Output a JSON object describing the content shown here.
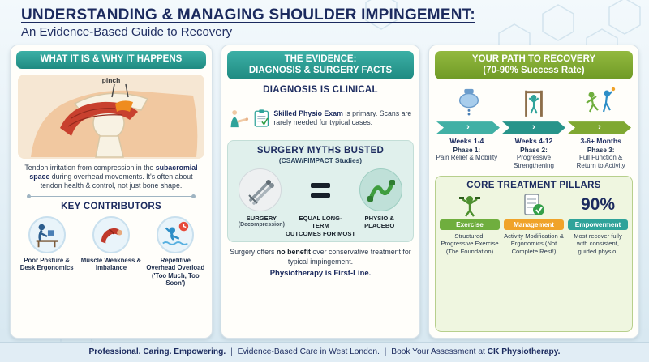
{
  "header": {
    "title": "UNDERSTANDING & MANAGING SHOULDER IMPINGEMENT:",
    "subtitle": "An Evidence-Based Guide to Recovery"
  },
  "icons": {
    "arrow_chevron": "›"
  },
  "colors": {
    "navy": "#1b2a5e",
    "teal": "#2fa39a",
    "green": "#7fa832",
    "orange": "#f0a32a",
    "muscle_red": "#c8402e"
  },
  "card1": {
    "header": "WHAT IT IS & WHY IT HAPPENS",
    "pinch_label": "pinch",
    "desc_pre": "Tendon irritation from compression in the ",
    "desc_bold": "subacromial space",
    "desc_post": " during overhead movements. It's often about tendon health & control, not just bone shape.",
    "contributors_title": "KEY CONTRIBUTORS",
    "contributors": [
      {
        "label": "Poor Posture & Desk Ergonomics"
      },
      {
        "label": "Muscle Weakness & Imbalance"
      },
      {
        "label": "Repetitive Overhead Overload ('Too Much, Too Soon')"
      }
    ]
  },
  "card2": {
    "header_line1": "THE EVIDENCE:",
    "header_line2": "DIAGNOSIS & SURGERY FACTS",
    "diagnosis_title": "DIAGNOSIS IS CLINICAL",
    "diagnosis_bold": "Skilled Physio Exam",
    "diagnosis_rest": " is primary. Scans are rarely needed for typical cases.",
    "myths_title": "SURGERY MYTHS BUSTED",
    "myths_subtitle": "(CSAW/FIMPACT Studies)",
    "surgery_label": "SURGERY",
    "surgery_sub": "(Decompression)",
    "equal_label": "EQUAL LONG-TERM",
    "outcomes_label": "OUTCOMES FOR MOST",
    "physio_label": "PHYSIO & PLACEBO",
    "note_pre": "Surgery offers ",
    "note_bold": "no benefit",
    "note_post": " over conservative treatment for typical impingement.",
    "first_line": "Physiotherapy is First-Line."
  },
  "card3": {
    "header_line1": "YOUR PATH TO RECOVERY",
    "header_line2": "(70-90% Success Rate)",
    "phases": [
      {
        "weeks": "Weeks 1-4",
        "name": "Phase 1:",
        "desc": "Pain Relief & Mobility"
      },
      {
        "weeks": "Weeks 4-12",
        "name": "Phase 2:",
        "desc": "Progressive Strengthening"
      },
      {
        "weeks": "3-6+ Months",
        "name": "Phase 3:",
        "desc": "Full Function & Return to Activity"
      }
    ],
    "pillars_title": "CORE TREATMENT PILLARS",
    "pillars": [
      {
        "label": "Exercise",
        "desc": "Structured, Progressive Exercise (The Foundation)",
        "color": "#6fae3e"
      },
      {
        "label": "Management",
        "desc": "Activity Modification & Ergonomics (Not Complete Rest!)",
        "color": "#f0a32a"
      },
      {
        "label": "Empowerment",
        "stat": "90%",
        "desc": "Most recover fully with consistent, guided physio.",
        "color": "#2fa39a"
      }
    ]
  },
  "footer": {
    "tagline": "Professional. Caring. Empowering.",
    "sep": "|",
    "mid": "Evidence-Based Care in West London.",
    "cta_pre": "Book Your Assessment at",
    "brand": "CK Physiotherapy."
  }
}
